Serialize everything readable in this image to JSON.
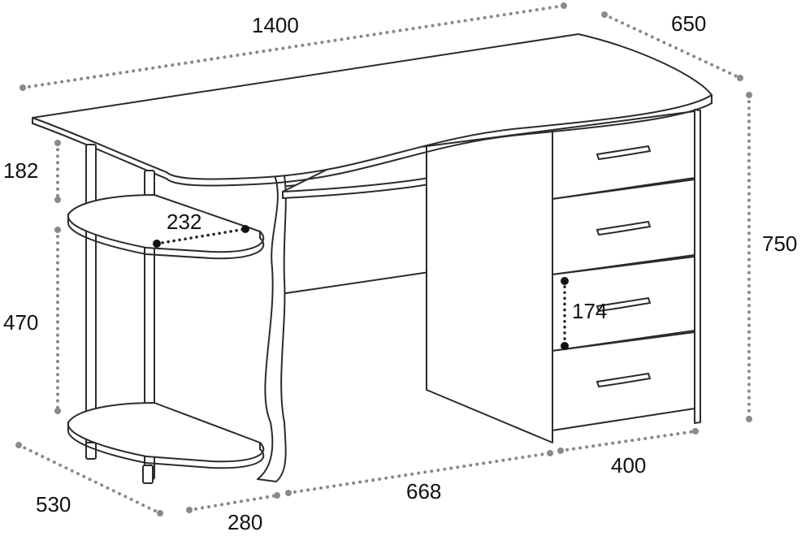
{
  "diagram": {
    "colors": {
      "line": "#2b2b2b",
      "dimension": "#8a8a8a",
      "label": "#111111"
    },
    "dimensions": {
      "width": "1400",
      "depth": "650",
      "height": "750",
      "top_shelf_gap": "182",
      "shelf_gap": "470",
      "shelf_depth": "530",
      "shelf_width": "280",
      "opening_width": "668",
      "pedestal_width": "400",
      "shelf_radius": "232",
      "drawer_height": "174"
    }
  }
}
